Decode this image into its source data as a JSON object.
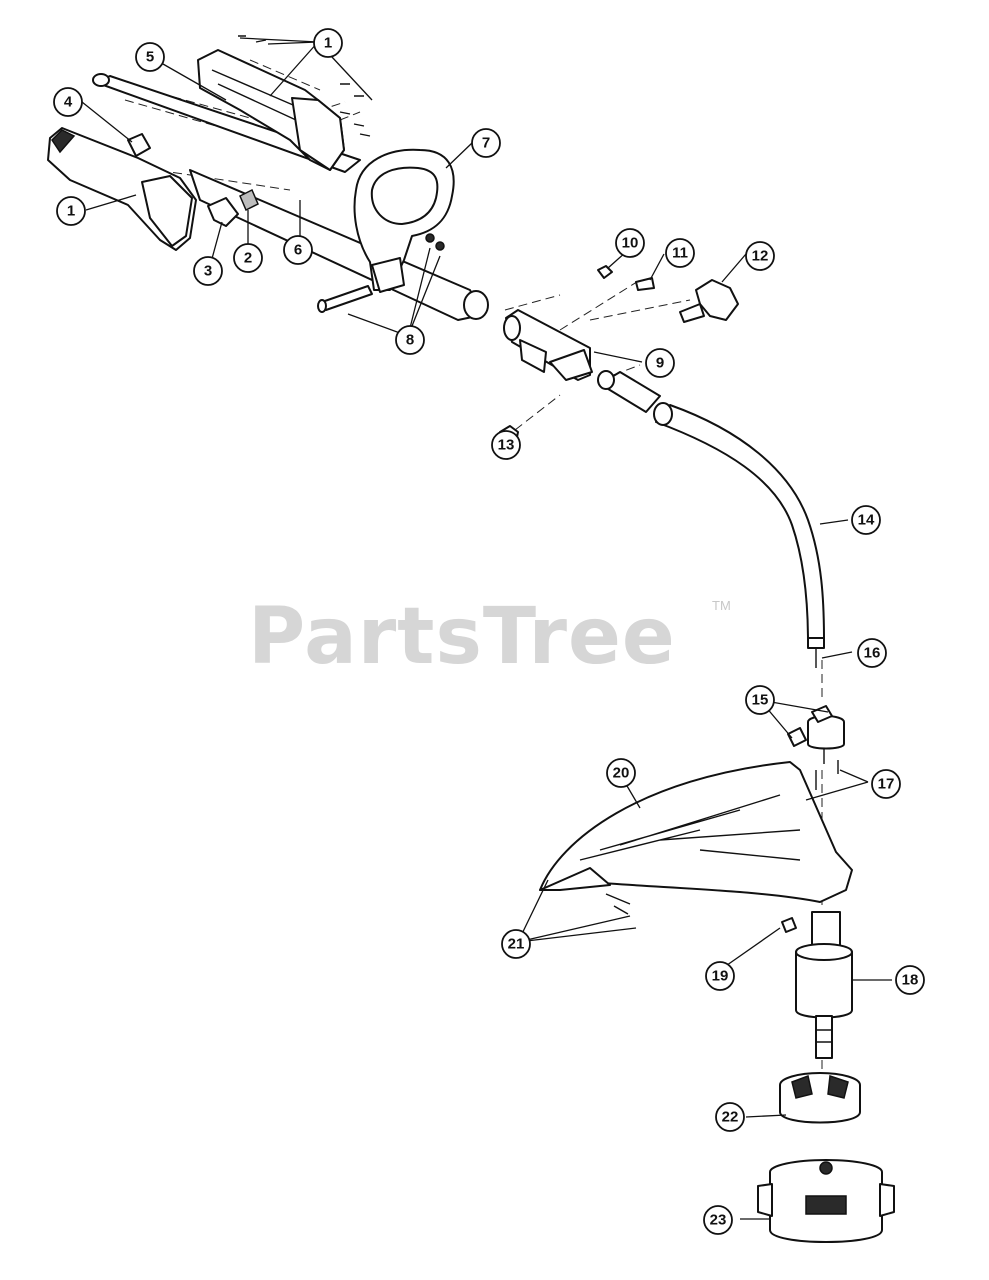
{
  "watermark": {
    "brand": "PartsTree",
    "trademark": "TM"
  },
  "callouts": [
    "1",
    "1",
    "2",
    "3",
    "4",
    "5",
    "6",
    "7",
    "8",
    "9",
    "10",
    "11",
    "12",
    "13",
    "14",
    "15",
    "16",
    "17",
    "18",
    "19",
    "20",
    "21",
    "22",
    "23"
  ]
}
